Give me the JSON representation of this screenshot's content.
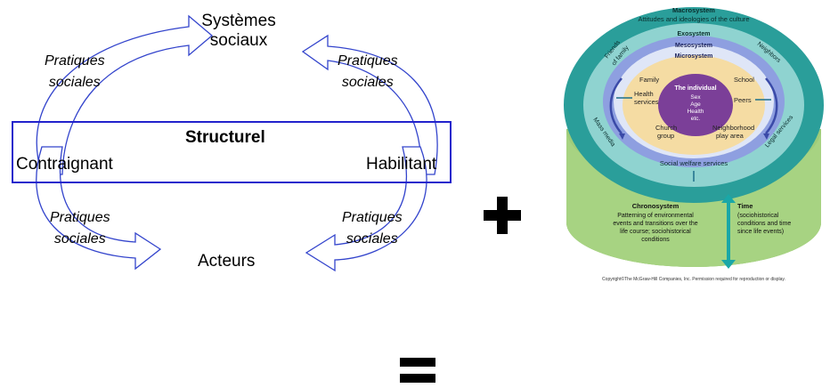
{
  "left_diagram": {
    "top_label_line1": "Systèmes",
    "top_label_line2": "sociaux",
    "bottom_label": "Acteurs",
    "box_title": "Structurel",
    "box_left": "Contraignant",
    "box_right": "Habilitant",
    "practice_line1": "Pratiques",
    "practice_line2": "sociales"
  },
  "operators": {
    "plus": "+",
    "equals": "="
  },
  "bronfenbrenner": {
    "macrosystem": "Macrosystem",
    "macro_text": "Attitudes and ideologies of the culture",
    "exosystem": "Exosystem",
    "mesosystem": "Mesosystem",
    "microsystem": "Microsystem",
    "individual_title": "The individual",
    "individual_l1": "Sex",
    "individual_l2": "Age",
    "individual_l3": "Health",
    "individual_l4": "etc.",
    "family": "Family",
    "school": "School",
    "health_l1": "Health",
    "health_l2": "services",
    "peers": "Peers",
    "church_l1": "Church",
    "church_l2": "group",
    "neigh_l1": "Neighborhood",
    "neigh_l2": "play area",
    "friends_l1": "Friends",
    "friends_l2": "of family",
    "neighbors": "Neighbors",
    "mass_media": "Mass media",
    "legal": "Legal services",
    "social_welfare": "Social welfare services",
    "chrono_title": "Chronosystem",
    "chrono_l1": "Patterning of environmental",
    "chrono_l2": "events and transitions over the",
    "chrono_l3": "life course; sociohistorical",
    "chrono_l4": "conditions",
    "time_title": "Time",
    "time_l1": "(sociohistorical",
    "time_l2": "conditions and time",
    "time_l3": "since life events)",
    "copyright": "Copyright©The McGraw-Hill Companies, Inc. Permission required for reproduction or display."
  },
  "colors": {
    "box_border": "#2222cc",
    "arrow_stroke": "#3344cc",
    "macro": "#2a9e9a",
    "exo": "#8fd3d0",
    "meso": "#8e9fe0",
    "micro_ring": "#dfe6f7",
    "micro_core": "#f5dca3",
    "individual": "#7b3f98",
    "cylinder": "#9fcc79"
  }
}
